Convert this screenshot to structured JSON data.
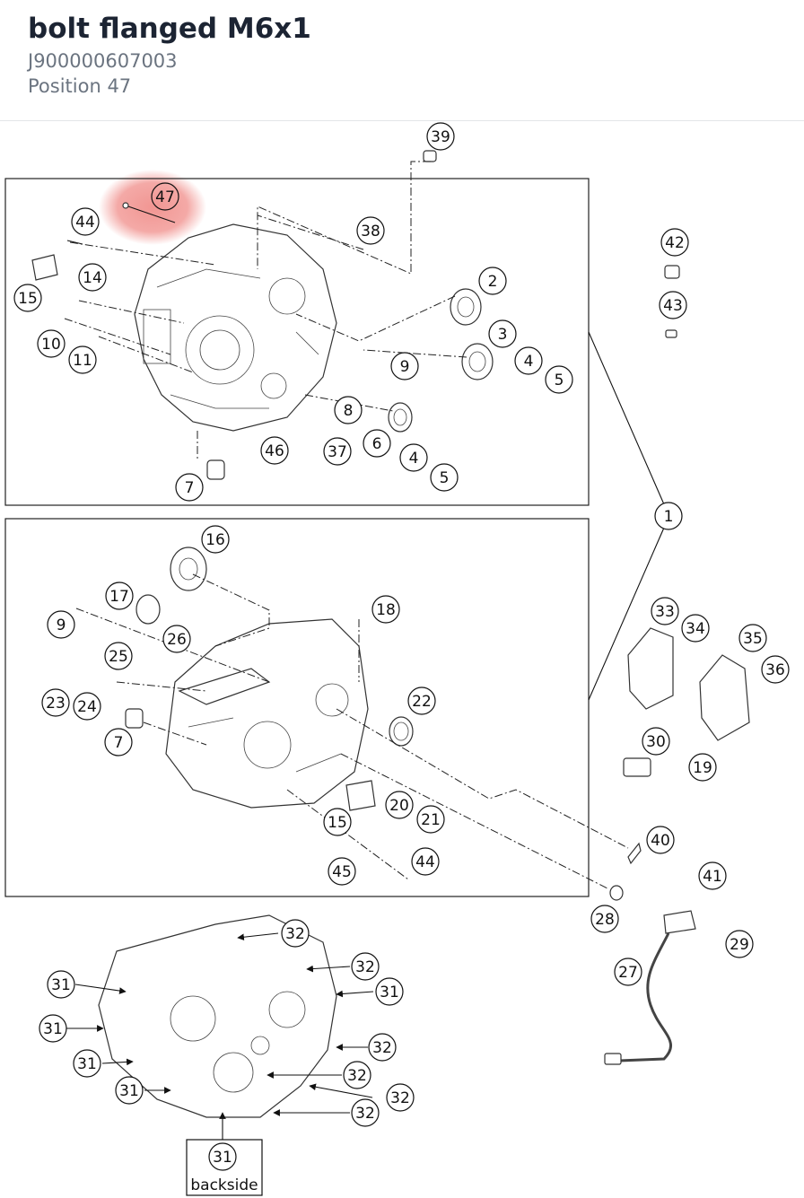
{
  "header": {
    "title": "bolt flanged M6x1",
    "part_number": "J900000607003",
    "position": "Position 47"
  },
  "highlight": {
    "position_label": "47",
    "color": "#e6403a"
  },
  "callouts": {
    "c1": "1",
    "c2": "2",
    "c3": "3",
    "c4a": "4",
    "c4b": "4",
    "c5a": "5",
    "c5b": "5",
    "c6": "6",
    "c7a": "7",
    "c7b": "7",
    "c8": "8",
    "c9a": "9",
    "c9b": "9",
    "c10": "10",
    "c11": "11",
    "c14": "14",
    "c15a": "15",
    "c15b": "15",
    "c16": "16",
    "c17": "17",
    "c18": "18",
    "c19": "19",
    "c20": "20",
    "c21": "21",
    "c22": "22",
    "c23": "23",
    "c24": "24",
    "c25": "25",
    "c26": "26",
    "c27": "27",
    "c28": "28",
    "c29": "29",
    "c30": "30",
    "c31a": "31",
    "c31b": "31",
    "c31c": "31",
    "c31d": "31",
    "c31e": "31",
    "c31f": "31",
    "c32a": "32",
    "c32b": "32",
    "c32c": "32",
    "c32d": "32",
    "c32e": "32",
    "c32f": "32",
    "c33": "33",
    "c34": "34",
    "c35": "35",
    "c36": "36",
    "c37": "37",
    "c38": "38",
    "c39": "39",
    "c40": "40",
    "c41": "41",
    "c42": "42",
    "c43": "43",
    "c44a": "44",
    "c44b": "44",
    "c45": "45",
    "c46": "46",
    "c47": "47"
  },
  "backside_box": {
    "number": "31",
    "label": "backside"
  }
}
